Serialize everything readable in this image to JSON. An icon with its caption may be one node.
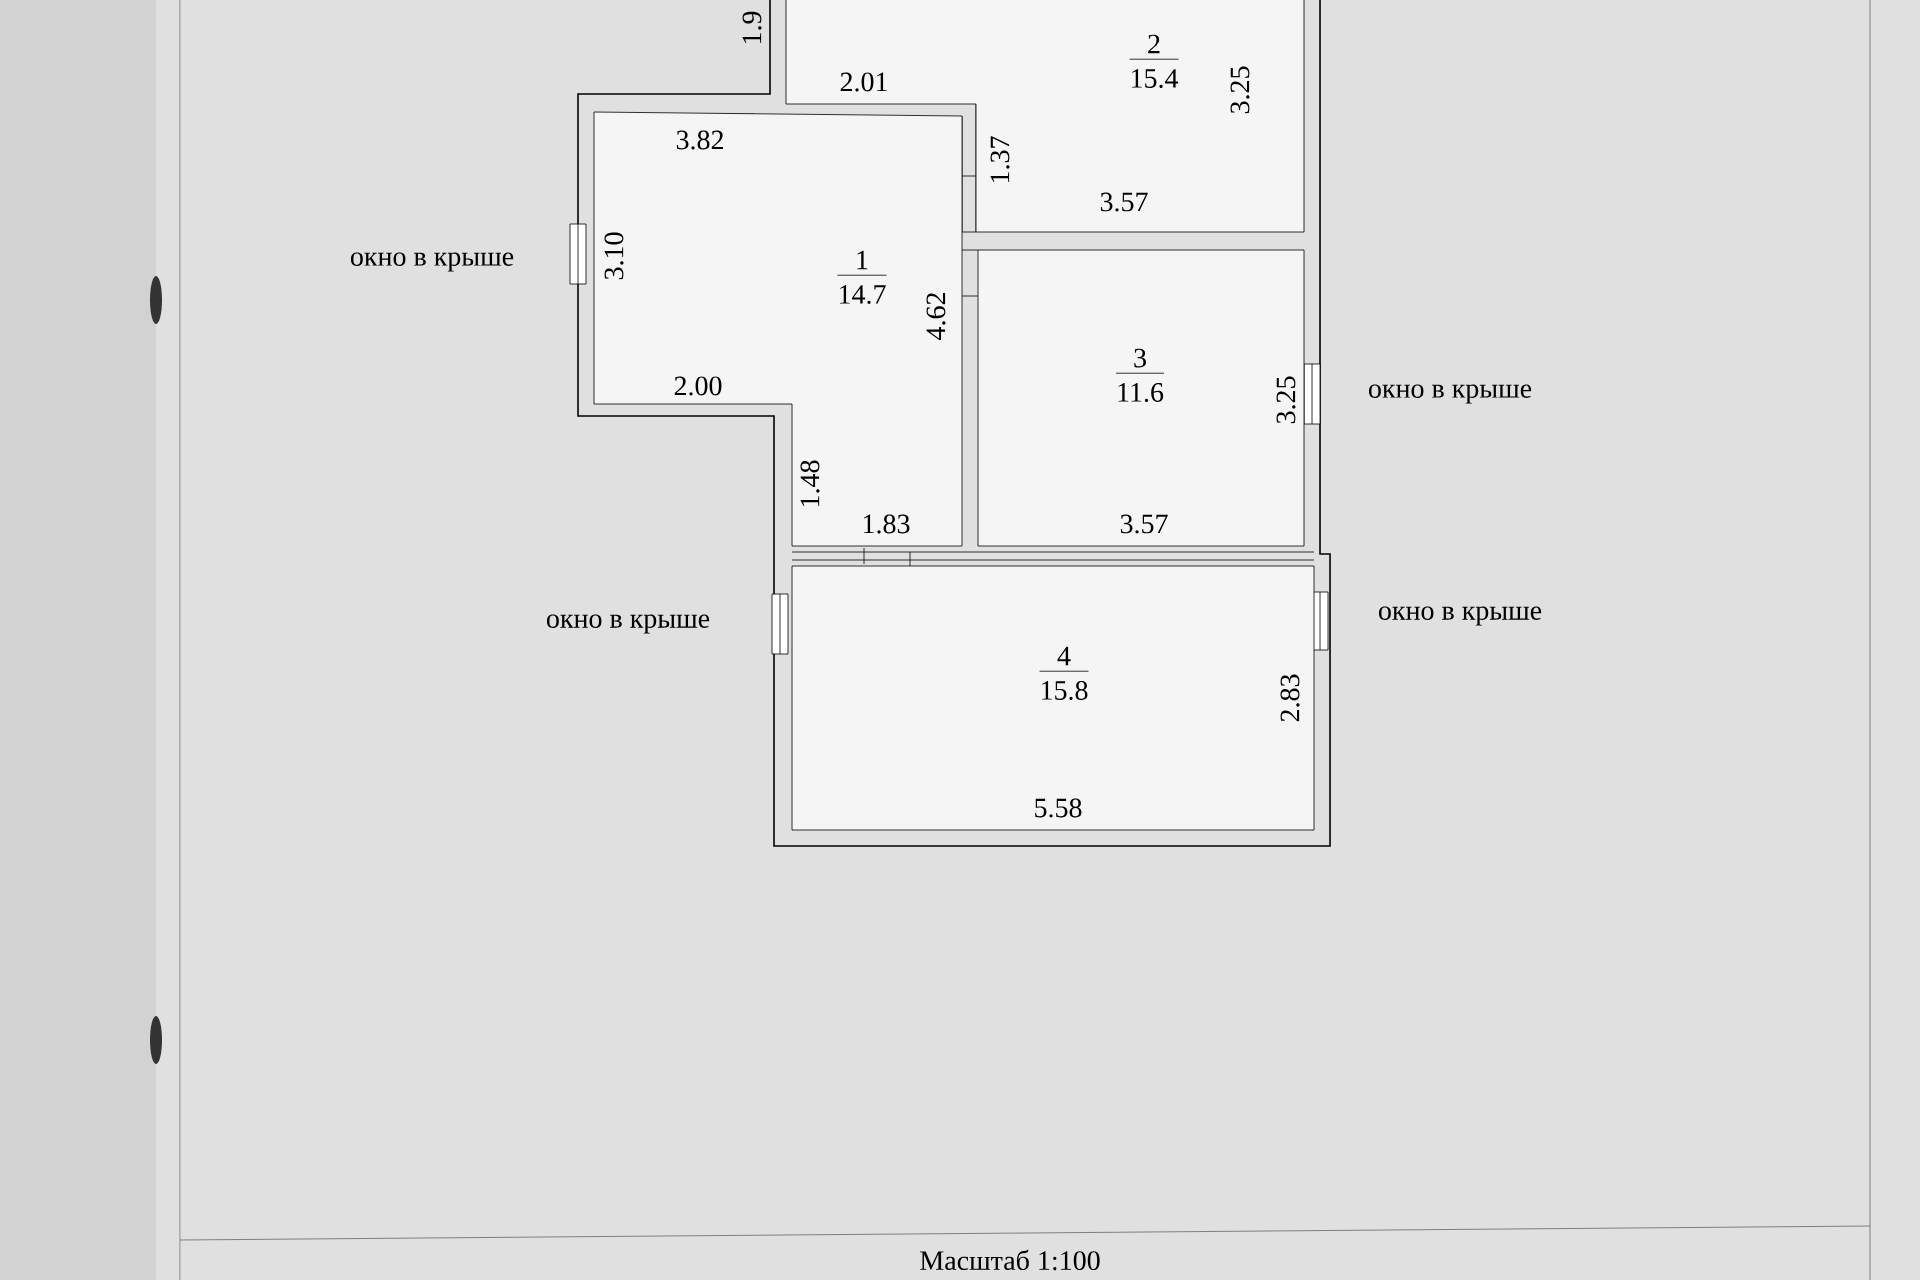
{
  "diagram": {
    "nodes": [
      {
        "text": [
          "2",
          "15.4"
        ]
      },
      {
        "text": [
          "1",
          "14.7"
        ]
      },
      {
        "text": [
          "3",
          "11.6"
        ]
      },
      {
        "text": [
          "4",
          "15.8"
        ]
      }
    ],
    "labels": [
      "1.9",
      "2.01",
      "3.25",
      "3.82",
      "1.37",
      "3.57",
      "окно в крыше",
      "3.10",
      "4.62",
      "2.00",
      "3.25",
      "окно в крыше",
      "1.48",
      "1.83",
      "3.57",
      "окно в крыше",
      "окно в крыше",
      "2.83",
      "5.58",
      "Масштаб 1:100"
    ]
  }
}
